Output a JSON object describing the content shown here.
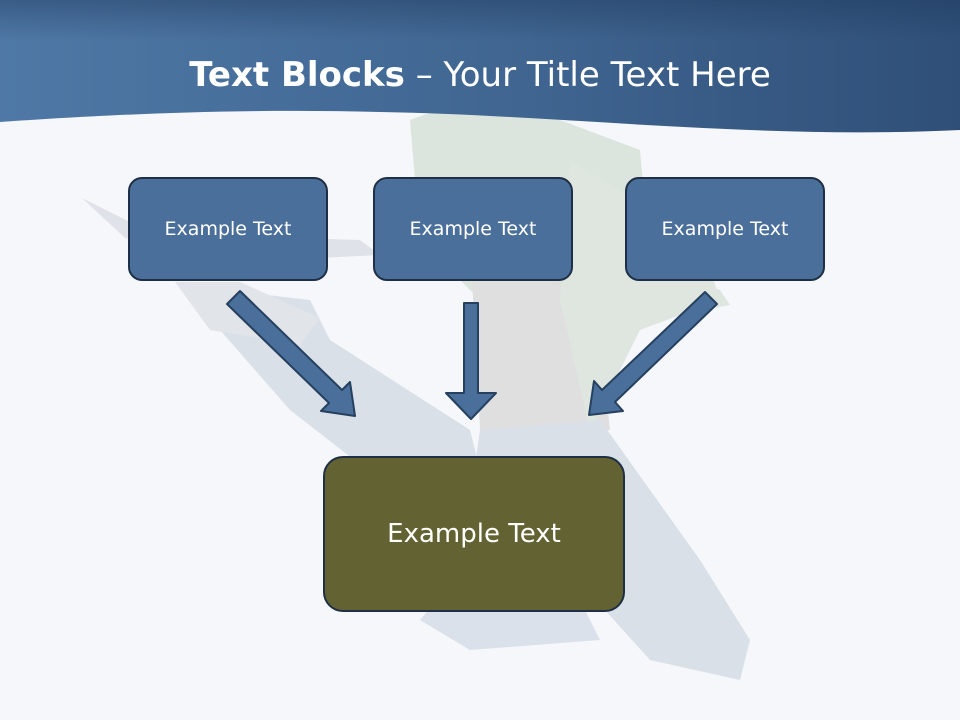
{
  "slide": {
    "title_bold": "Text Blocks",
    "title_rest": " – Your Title Text Here"
  },
  "boxes": {
    "left": "Example Text",
    "middle": "Example Text",
    "right": "Example Text",
    "bottom": "Example Text"
  },
  "colors": {
    "header": "#4f77a5",
    "box_blue": "#4a6f9a",
    "box_olive": "#636232",
    "arrow": "#4a6f9a",
    "outline": "#1f2f45"
  },
  "icons": [
    "arrow-down-right-icon",
    "arrow-down-icon",
    "arrow-down-left-icon"
  ]
}
